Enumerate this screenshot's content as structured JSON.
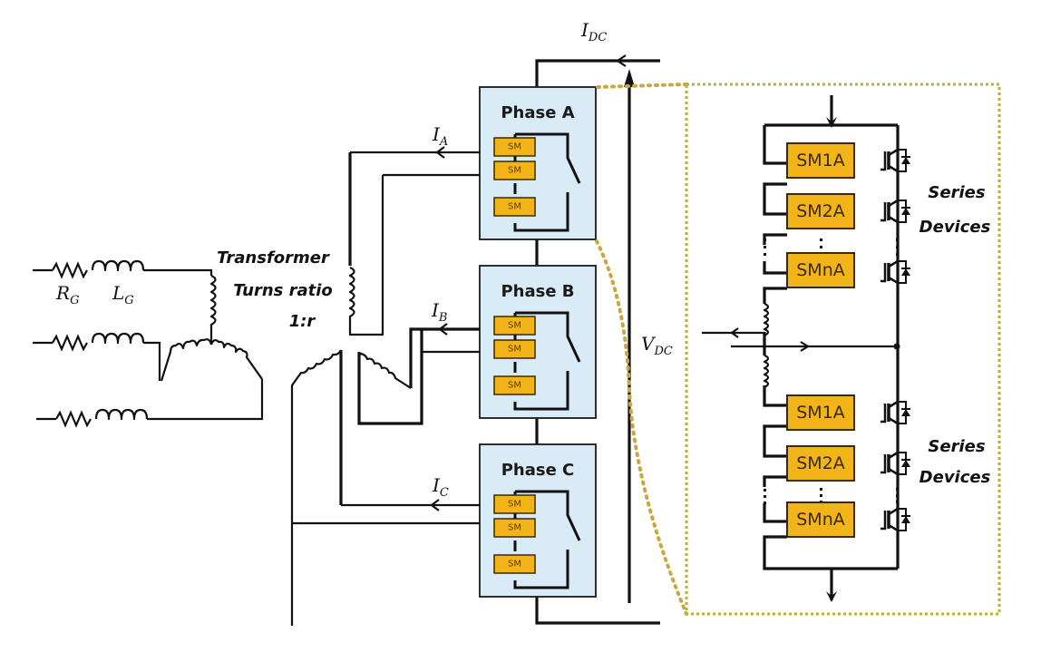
{
  "figure": {
    "grid": {
      "resistor_label": "R",
      "resistor_sub": "G",
      "inductor_label": "L",
      "inductor_sub": "G"
    },
    "transformer": {
      "line1": "Transformer",
      "line2": "Turns ratio",
      "line3": "1:r"
    },
    "currents": {
      "ia": {
        "main": "I",
        "sub": "A"
      },
      "ib": {
        "main": "I",
        "sub": "B"
      },
      "ic": {
        "main": "I",
        "sub": "C"
      },
      "idc": {
        "main": "I",
        "sub": "DC"
      }
    },
    "dc_voltage": {
      "main": "V",
      "sub": "DC"
    },
    "phases": [
      {
        "title": "Phase A",
        "submodules": [
          "SM",
          "SM",
          "SM"
        ]
      },
      {
        "title": "Phase B",
        "submodules": [
          "SM",
          "SM",
          "SM"
        ]
      },
      {
        "title": "Phase C",
        "submodules": [
          "SM",
          "SM",
          "SM"
        ]
      }
    ],
    "detail": {
      "upper_arm": [
        "SM1A",
        "SM2A",
        "SMnA"
      ],
      "lower_arm": [
        "SM1A",
        "SM2A",
        "SMnA"
      ],
      "upper_label": [
        "Series",
        "Devices"
      ],
      "lower_label": [
        "Series",
        "Devices"
      ]
    },
    "colors": {
      "phase_fill": "#d9ebf6",
      "submodule_fill": "#f2b418",
      "zoom_border": "#b8b030",
      "zoom_connector": "#c9a840"
    }
  }
}
